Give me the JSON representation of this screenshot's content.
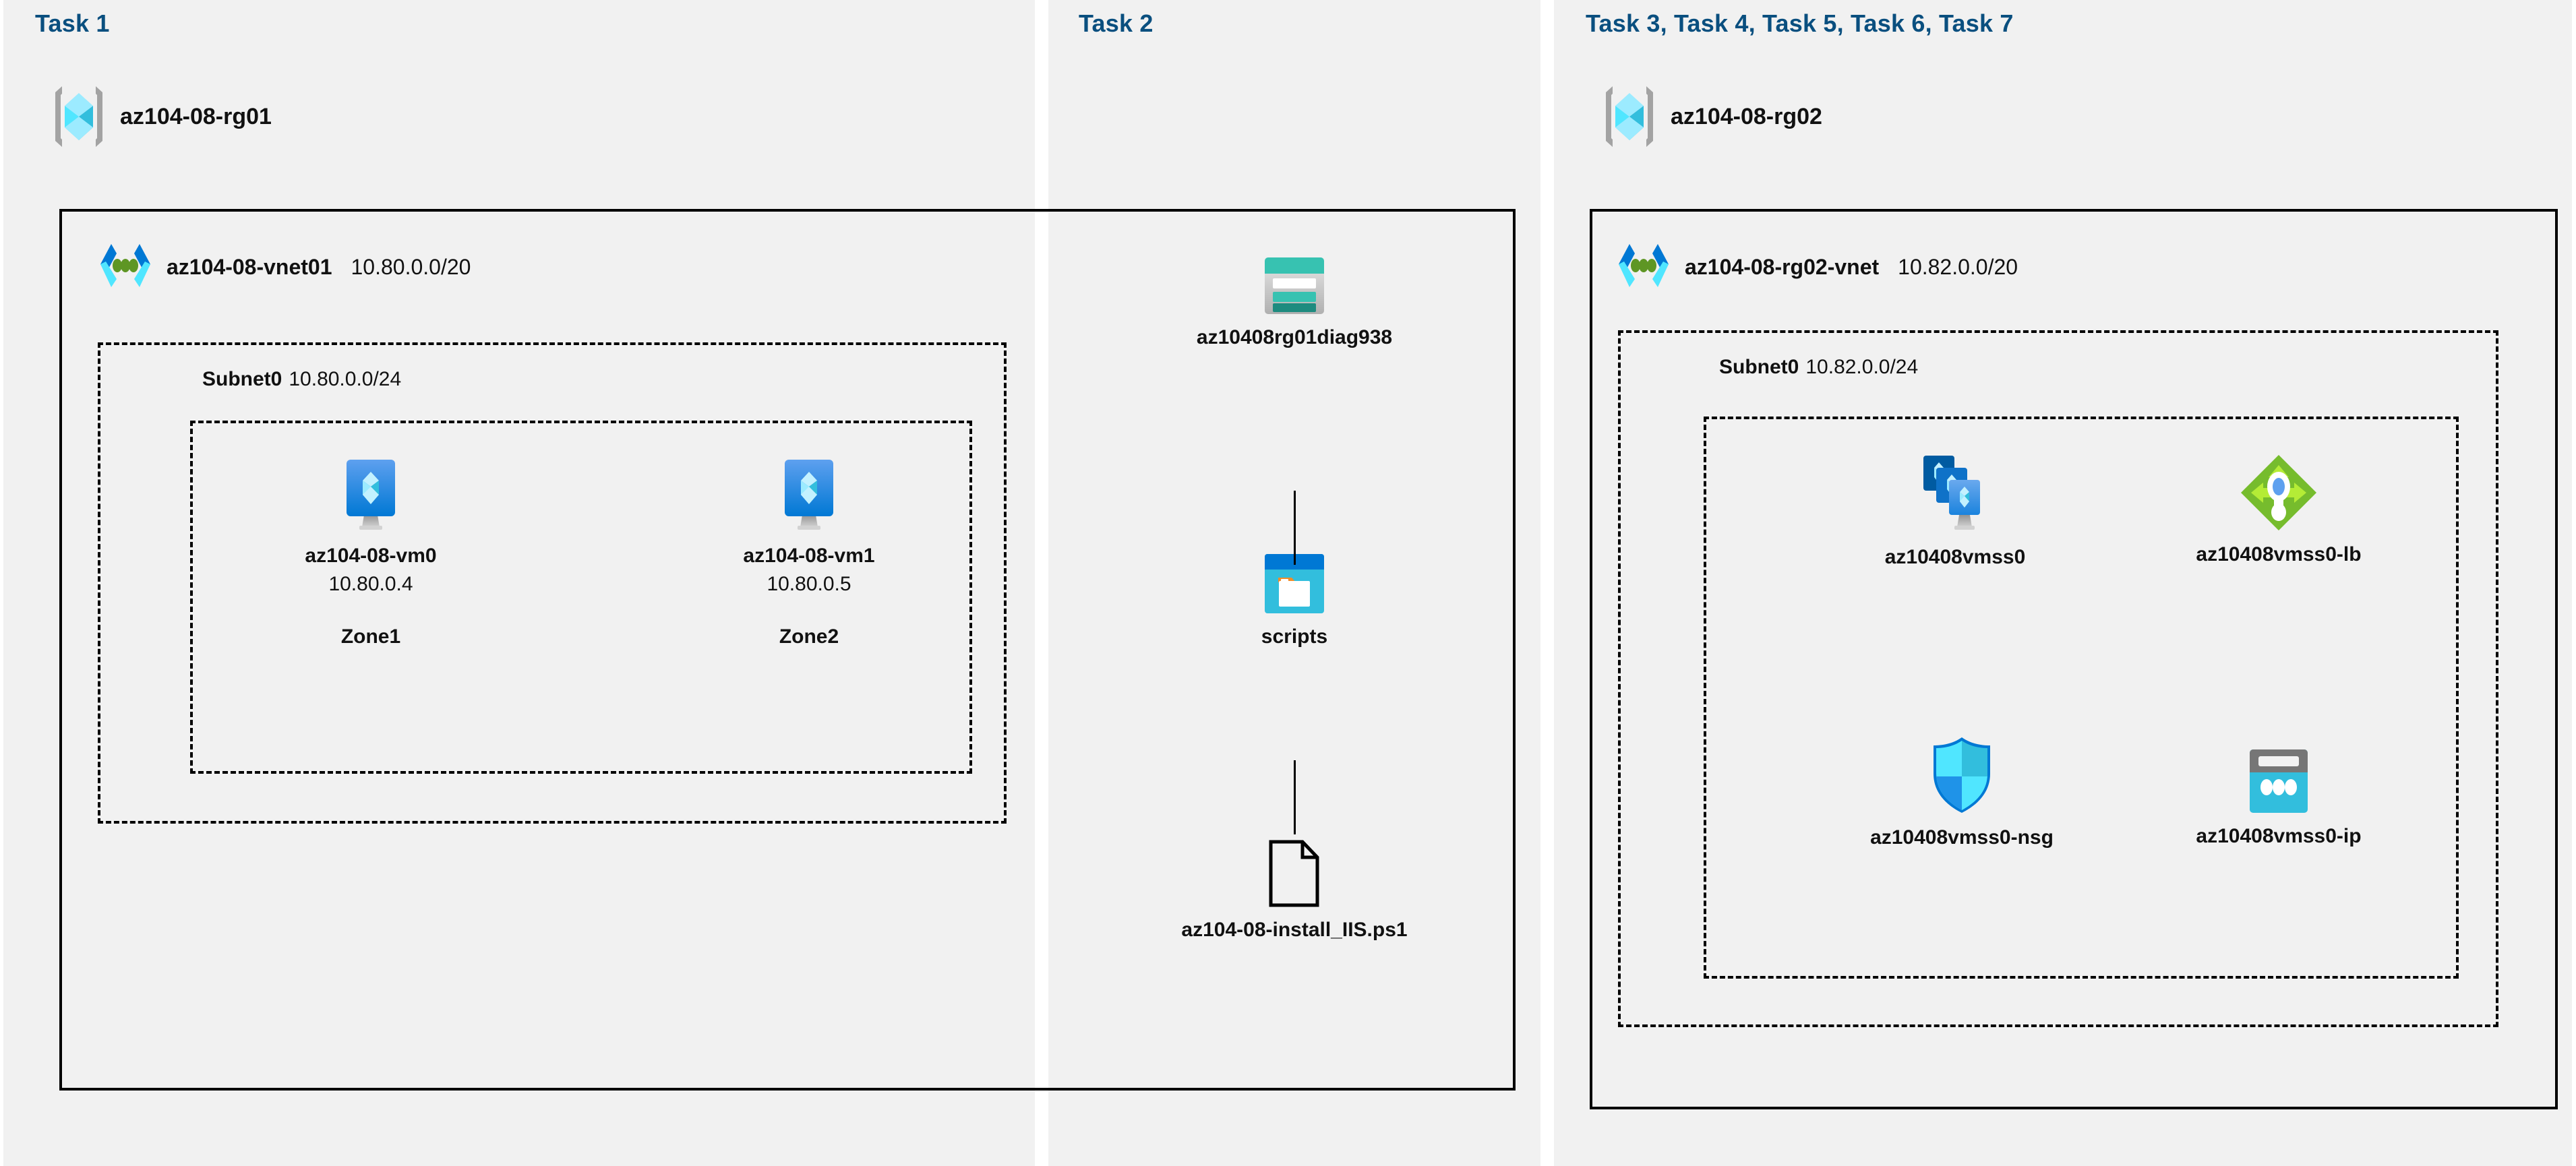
{
  "columns": {
    "task1": {
      "heading": "Task 1",
      "resource_group": {
        "name": "az104-08-rg01",
        "icon": "resource-group-icon"
      },
      "vnet": {
        "name": "az104-08-vnet01",
        "cidr": "10.80.0.0/20",
        "icon": "virtual-network-icon"
      },
      "subnet": {
        "name": "Subnet0",
        "cidr": "10.80.0.0/24"
      },
      "vms": [
        {
          "name": "az104-08-vm0",
          "ip": "10.80.0.4",
          "zone": "Zone1",
          "icon": "virtual-machine-icon"
        },
        {
          "name": "az104-08-vm1",
          "ip": "10.80.0.5",
          "zone": "Zone2",
          "icon": "virtual-machine-icon"
        }
      ]
    },
    "task2": {
      "heading": "Task 2",
      "storage_account": {
        "name": "az10408rg01diag938",
        "icon": "storage-account-icon"
      },
      "container": {
        "name": "scripts",
        "icon": "blob-container-icon"
      },
      "file": {
        "name": "az104-08-install_IIS.ps1",
        "icon": "file-icon"
      }
    },
    "task3": {
      "heading": "Task 3, Task 4, Task 5, Task 6, Task 7",
      "resource_group": {
        "name": "az104-08-rg02",
        "icon": "resource-group-icon"
      },
      "vnet": {
        "name": "az104-08-rg02-vnet",
        "cidr": "10.82.0.0/20",
        "icon": "virtual-network-icon"
      },
      "subnet": {
        "name": "Subnet0",
        "cidr": "10.82.0.0/24"
      },
      "resources": [
        {
          "name": "az10408vmss0",
          "icon": "vm-scale-set-icon"
        },
        {
          "name": "az10408vmss0-lb",
          "icon": "load-balancer-icon"
        },
        {
          "name": "az10408vmss0-nsg",
          "icon": "network-security-group-icon"
        },
        {
          "name": "az10408vmss0-ip",
          "icon": "public-ip-address-icon"
        }
      ]
    }
  },
  "colors": {
    "panel_background": "#f1f1f1",
    "heading_blue": "#0a4f7f",
    "border_black": "#000000",
    "azure_blue": "#0078d4",
    "azure_cyan": "#50e6ff",
    "storage_teal": "#37c2b1",
    "lb_green": "#76bc2d",
    "text_black": "#111111"
  }
}
